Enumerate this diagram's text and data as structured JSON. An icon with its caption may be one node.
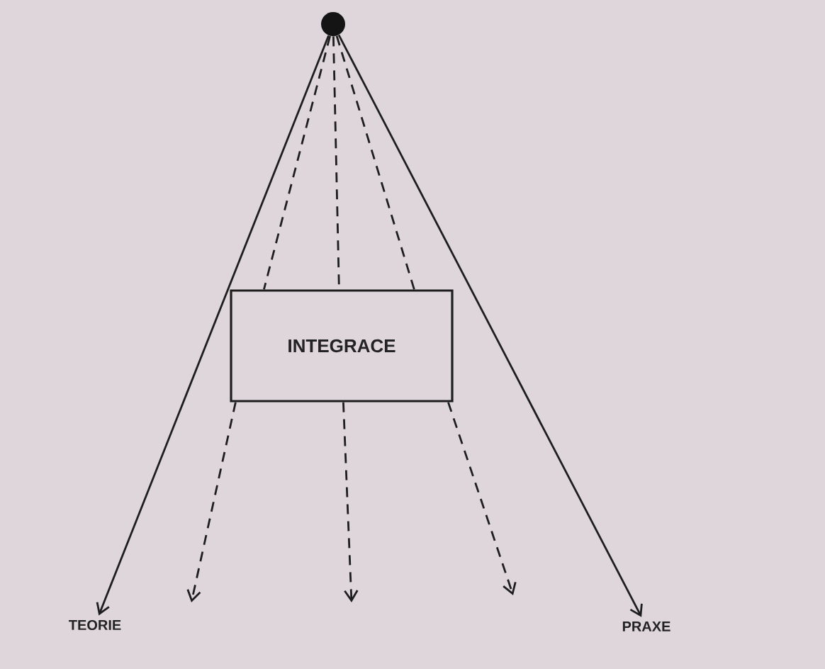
{
  "diagram": {
    "nodes": [
      {
        "text": [],
        "shape": "circle"
      },
      {
        "text": [
          "INTEGRACE"
        ]
      },
      {
        "text": [
          "TEORIE"
        ]
      },
      {
        "text": [
          "PRAXE"
        ]
      }
    ],
    "edges": [
      {
        "from": 0,
        "to": 2,
        "arrow": "to"
      },
      {
        "from": 0,
        "to": 1,
        "arrow": "none",
        "style": "dashed"
      },
      {
        "from": 0,
        "to": 1,
        "arrow": "none",
        "style": "dashed"
      },
      {
        "from": 0,
        "to": 1,
        "arrow": "none",
        "style": "dashed"
      },
      {
        "from": 0,
        "to": 3,
        "arrow": "to"
      },
      {
        "from": 1,
        "to": null,
        "arrow": "to",
        "style": "dashed"
      },
      {
        "from": 1,
        "to": null,
        "arrow": "to",
        "style": "dashed"
      },
      {
        "from": 1,
        "to": null,
        "arrow": "to",
        "style": "dashed"
      }
    ]
  }
}
